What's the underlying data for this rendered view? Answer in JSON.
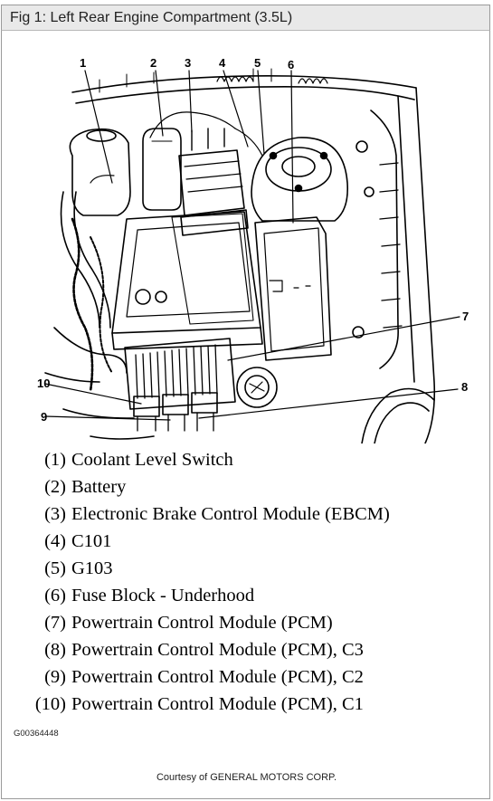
{
  "caption": "Fig 1: Left Rear Engine Compartment (3.5L)",
  "callouts": [
    "1",
    "2",
    "3",
    "4",
    "5",
    "6",
    "7",
    "8",
    "9",
    "10"
  ],
  "legend": [
    {
      "num": "(1)",
      "text": "Coolant Level Switch"
    },
    {
      "num": "(2)",
      "text": "Battery"
    },
    {
      "num": "(3)",
      "text": "Electronic Brake Control Module (EBCM)"
    },
    {
      "num": "(4)",
      "text": "C101"
    },
    {
      "num": "(5)",
      "text": "G103"
    },
    {
      "num": "(6)",
      "text": "Fuse Block - Underhood"
    },
    {
      "num": "(7)",
      "text": "Powertrain Control Module (PCM)"
    },
    {
      "num": "(8)",
      "text": "Powertrain Control Module (PCM), C3"
    },
    {
      "num": "(9)",
      "text": "Powertrain Control Module (PCM), C2"
    },
    {
      "num": "(10)",
      "text": "Powertrain Control Module (PCM), C1"
    }
  ],
  "figure_id": "G00364448",
  "courtesy": "Courtesy of GENERAL MOTORS CORP."
}
